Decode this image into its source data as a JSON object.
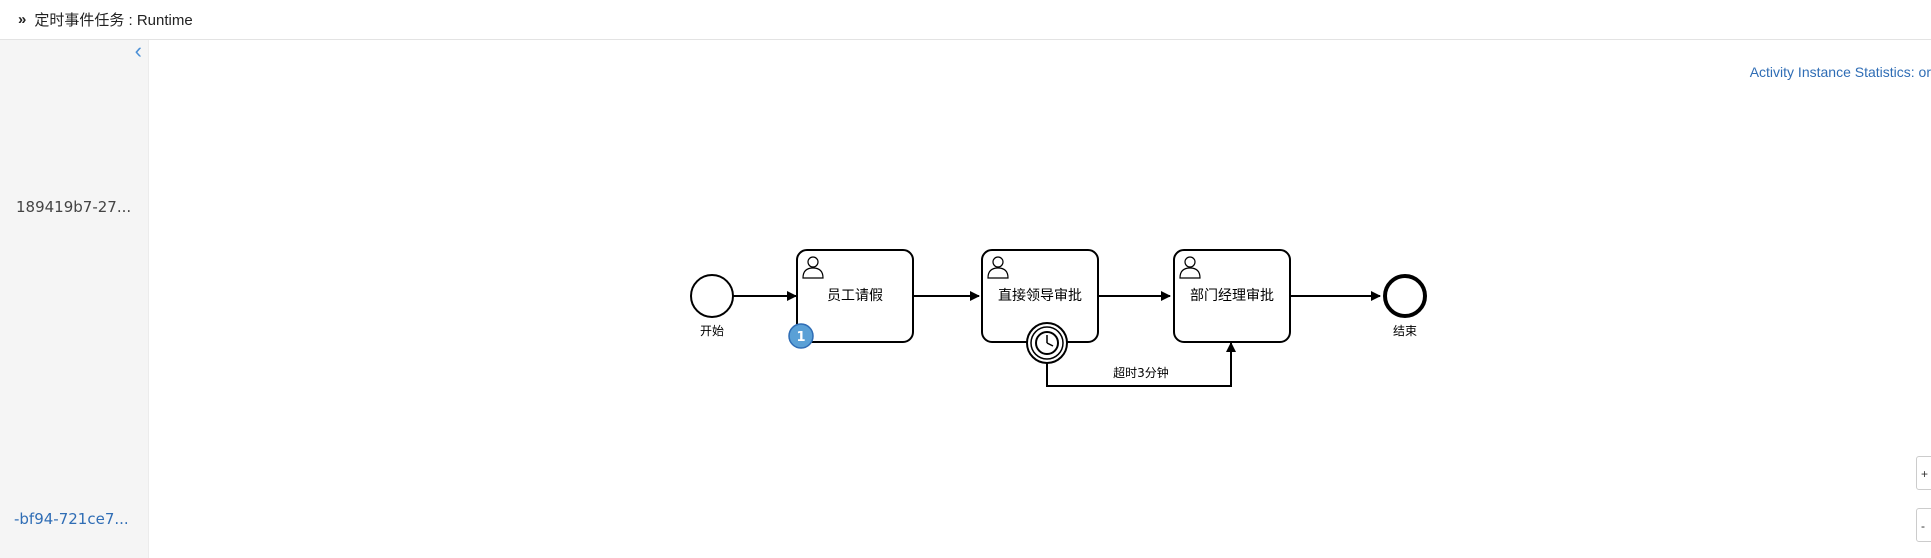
{
  "breadcrumb": {
    "separator": "»",
    "title": "定时事件任务 : Runtime"
  },
  "sidebar": {
    "collapse_glyph": "‹",
    "instance_1": "189419b7-27...",
    "instance_2": "-bf94-721ce7..."
  },
  "stats_link": "Activity Instance Statistics: or",
  "diagram": {
    "start_label": "开始",
    "task_1": "员工请假",
    "task_2": "直接领导审批",
    "task_3": "部门经理审批",
    "end_label": "结束",
    "timer_flow_label": "超时3分钟",
    "instance_badge": "1"
  },
  "zoom": {
    "btn_1": "+",
    "btn_2": "-"
  },
  "colors": {
    "badge": "#5aa0d6",
    "link": "#2f6db5",
    "accent": "#4a8fd6"
  }
}
